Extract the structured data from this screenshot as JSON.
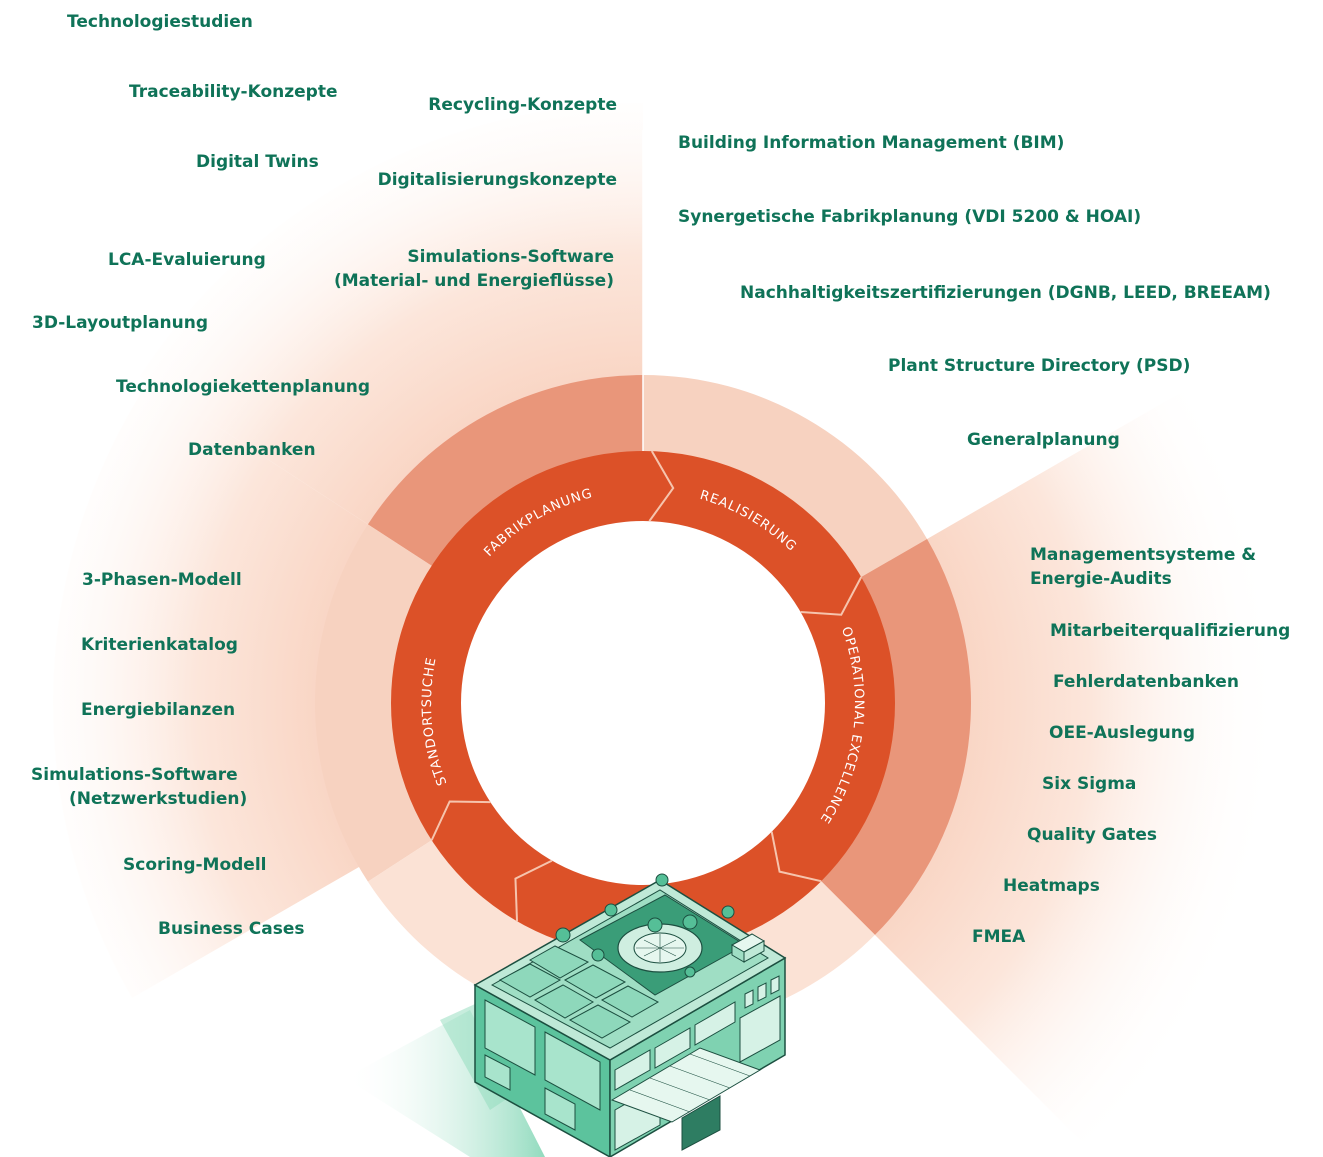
{
  "phases": {
    "fabrikplanung": "FABRIKPLANUNG",
    "realisierung": "REALISIERUNG",
    "operational_excellence": "OPERATIONAL EXCELLENCE",
    "standortsuche": "STANDORTSUCHE"
  },
  "fabrikplanung_methods": {
    "technologiestudien": "Technologiestudien",
    "traceability": "Traceability-Konzepte",
    "digital_twins": "Digital Twins",
    "lca": "LCA-Evaluierung",
    "layout3d": "3D-Layoutplanung",
    "technologieketten": "Technologiekettenplanung",
    "datenbanken": "Datenbanken",
    "recycling": "Recycling-Konzepte",
    "digitalisierung": "Digitalisierungskonzepte",
    "simulation_line1": "Simulations-Software",
    "simulation_line2": "(Material- und Energieflüsse)"
  },
  "realisierung_methods": {
    "bim": "Building Information Management (BIM)",
    "synergetische": "Synergetische Fabrikplanung (VDI 5200 & HOAI)",
    "nachhaltigkeit": "Nachhaltigkeitszertifizierungen (DGNB, LEED, BREEAM)",
    "psd": "Plant Structure Directory (PSD)",
    "generalplanung": "Generalplanung"
  },
  "operational_excellence_methods": {
    "managementsysteme_line1": "Managementsysteme &",
    "managementsysteme_line2": "Energie-Audits",
    "mitarbeiter": "Mitarbeiterqualifizierung",
    "fehlerdatenbanken": "Fehlerdatenbanken",
    "oee": "OEE-Auslegung",
    "six_sigma": "Six Sigma",
    "quality_gates": "Quality Gates",
    "heatmaps": "Heatmaps",
    "fmea": "FMEA"
  },
  "standortsuche_methods": {
    "drei_phasen": "3-Phasen-Modell",
    "kriterienkatalog": "Kriterienkatalog",
    "energiebilanzen": "Energiebilanzen",
    "simulation_line1": "Simulations-Software",
    "simulation_line2": "(Netzwerkstudien)",
    "scoring": "Scoring-Modell",
    "business_cases": "Business Cases"
  },
  "colors": {
    "text_green": "#0f7358",
    "ring_red": "#dc5128",
    "mid_sector_dark": "#e9967a",
    "mid_sector_light": "#f6cdb9",
    "fan_light": "#fbe2d5",
    "building_green": "#4fb894"
  },
  "icons": {
    "building": "factory-building-icon"
  }
}
